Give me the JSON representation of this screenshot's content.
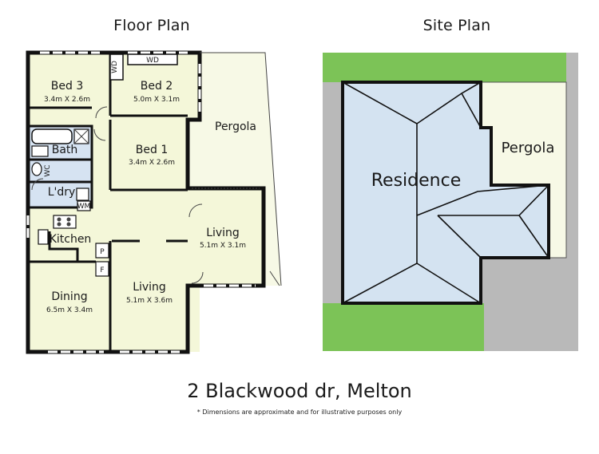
{
  "headings": {
    "floor_plan": "Floor Plan",
    "site_plan": "Site Plan"
  },
  "address": "2 Blackwood dr, Melton",
  "disclaimer": "* Dimensions are approximate and for illustrative purposes only",
  "floor_plan": {
    "rooms": {
      "bed3": {
        "name": "Bed 3",
        "dim": "3.4m X 2.6m"
      },
      "bed2": {
        "name": "Bed 2",
        "dim": "5.0m X 3.1m"
      },
      "bed1": {
        "name": "Bed 1",
        "dim": "3.4m X 2.6m"
      },
      "bath": {
        "name": "Bath"
      },
      "wc": {
        "name": "WC"
      },
      "laundry": {
        "name": "L'dry"
      },
      "kitchen": {
        "name": "Kitchen"
      },
      "dining": {
        "name": "Dining",
        "dim": "6.5m X 3.4m"
      },
      "living_main": {
        "name": "Living",
        "dim": "5.1m X 3.6m"
      },
      "living_ext": {
        "name": "Living",
        "dim": "5.1m X 3.1m"
      },
      "pergola": {
        "name": "Pergola"
      }
    },
    "fixtures": {
      "wd_top": "WD",
      "wd_side": "WD",
      "wm": "WM",
      "pantry": "P",
      "fridge": "F"
    }
  },
  "site_plan": {
    "residence": "Residence",
    "pergola": "Pergola"
  },
  "colors": {
    "room_fill": "#f4f7d9",
    "pergola_fill": "#f7f9e6",
    "grass": "#7cc357",
    "concrete": "#b9b9b9",
    "residence_fill": "#d4e3f1",
    "wet_fill": "#d6e3f2"
  }
}
